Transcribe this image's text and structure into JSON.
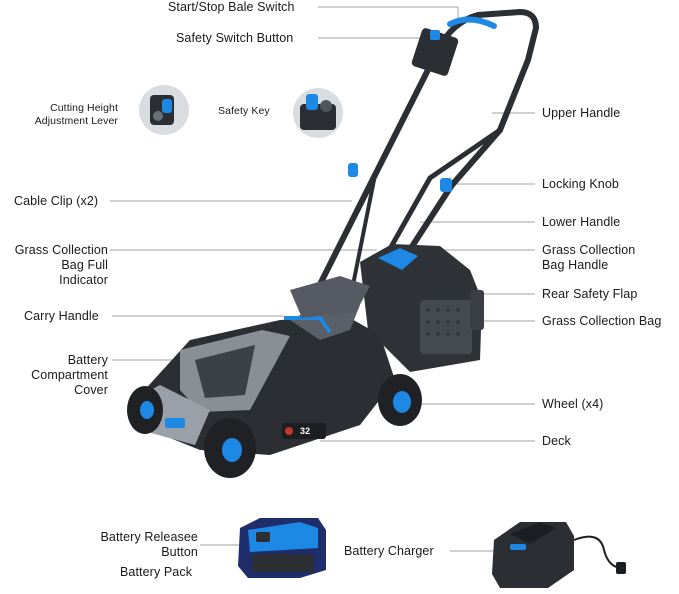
{
  "labels": {
    "start_stop": "Start/Stop Bale Switch",
    "safety_switch": "Safety Switch Button",
    "cutting_height": [
      "Cutting Height",
      "Adjustment Lever"
    ],
    "safety_key": "Safety Key",
    "upper_handle": "Upper Handle",
    "locking_knob": "Locking Knob",
    "cable_clip": "Cable Clip (x2)",
    "lower_handle": "Lower Handle",
    "bag_full_indicator": [
      "Grass Collection",
      "Bag Full",
      "Indicator"
    ],
    "bag_handle": [
      "Grass Collection",
      "Bag Handle"
    ],
    "rear_flap": "Rear Safety Flap",
    "carry_handle": "Carry Handle",
    "collection_bag": "Grass Collection Bag",
    "battery_cover": [
      "Battery",
      "Compartment",
      "Cover"
    ],
    "wheel": "Wheel (x4)",
    "deck": "Deck",
    "battery_release": [
      "Battery Releasee",
      "Button"
    ],
    "battery_pack": "Battery Pack",
    "battery_charger": "Battery Charger"
  },
  "product_text": {
    "deck_badge": "32"
  },
  "colors": {
    "accent": "#1e88e5",
    "body_dark": "#2b2e33",
    "body_gray": "#8a8f96",
    "leader": "#9a9a9a"
  }
}
